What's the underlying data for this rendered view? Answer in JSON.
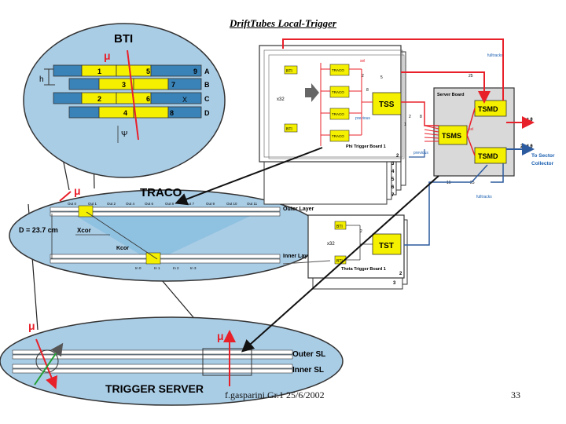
{
  "slide": {
    "title": "DriftTubes Local-Trigger",
    "footer_author": "f.gasparini  Gr.1  25/6/2002",
    "page_number": "33"
  },
  "bti": {
    "title": "BTI",
    "mu": "μ",
    "h": "h",
    "psi": "Ψ",
    "x": "X",
    "rows": [
      "A",
      "B",
      "C",
      "D"
    ],
    "cells": [
      "1",
      "5",
      "9",
      "3",
      "7",
      "2",
      "6",
      "4",
      "8"
    ]
  },
  "traco": {
    "title": "TRACO",
    "mu": "μ",
    "d_label": "D = 23.7 cm",
    "xcor": "Xcor",
    "kcor": "Kcor",
    "outer_layer": "Outer Layer",
    "inner_layer": "Inner Layer",
    "out_labels": [
      "Out 0",
      "Out 1",
      "Out 2",
      "Out 4",
      "Out 6",
      "Out 8",
      "Out 7",
      "Out 9",
      "Out 10",
      "Out 11"
    ],
    "in_labels": [
      "In 0",
      "In 1",
      "In 2",
      "In 3"
    ]
  },
  "trigger_server": {
    "title": "TRIGGER SERVER",
    "mu_left": "μ",
    "mu_right": "μ",
    "outer_sl": "Outer SL",
    "inner_sl": "Inner SL"
  },
  "phi_board": {
    "label": "Phi Trigger Board 1",
    "bti": "BTI",
    "traco": "TRACO",
    "tss": "TSS",
    "sel": "sel",
    "previous": "previous",
    "x32": "x32",
    "count_2": "2",
    "count_8": "8",
    "count_5": "5",
    "stack_numbers": [
      "2",
      "3",
      "4",
      "5",
      "6",
      "7"
    ]
  },
  "server_board": {
    "label": "Server Board",
    "tsmd_top": "TSMD",
    "tsms": "TSMS",
    "tsmd_bottom": "TSMD",
    "fulltracks_top": "fulltracks",
    "fulltracks_bottom": "fulltracks",
    "previous": "previous",
    "sel": "sel",
    "n25_top": "25",
    "n25_bottom": "25",
    "n16": "16",
    "n8": "8",
    "n2": "2",
    "n1": "1",
    "out_1st": "1st",
    "out_2nd": "2nd",
    "to_sector_line1": "To Sector",
    "to_sector_line2": "Collector"
  },
  "theta_board": {
    "label": "Theta Trigger Board 1",
    "bti": "BTI",
    "tst": "TST",
    "x32": "x32",
    "count_2": "2",
    "stack_numbers": [
      "2",
      "3"
    ]
  },
  "colors": {
    "yellow": "#f5f000",
    "blue_cell": "#3a83b8",
    "panel_blue": "#aacde6",
    "red_line": "#e8202a",
    "blue_line": "#2c5a9e",
    "cyan_text": "#1a5fb0",
    "box_gray": "#d9d9d9"
  }
}
